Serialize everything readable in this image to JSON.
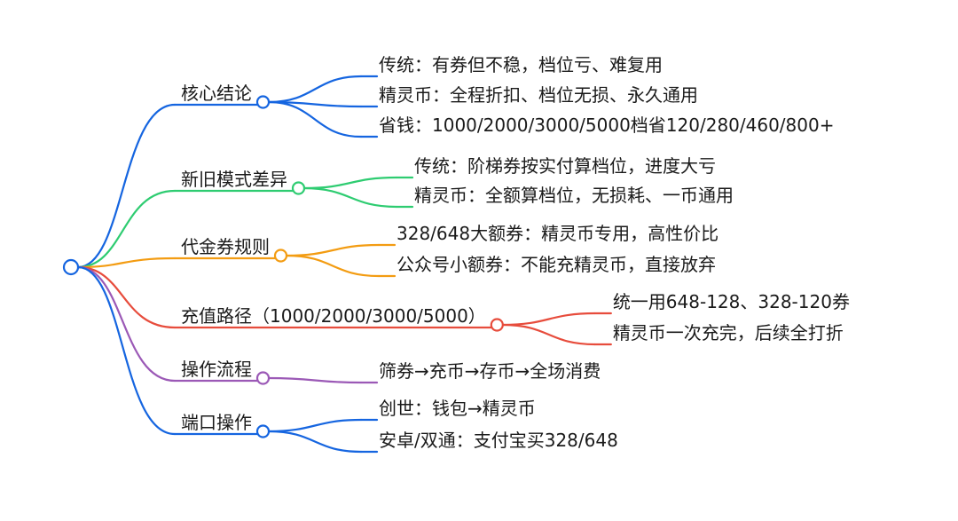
{
  "root": {
    "color": "#1565e0"
  },
  "branches": [
    {
      "label": "核心结论",
      "color": "#1565e0",
      "children": [
        "传统：有券但不稳，档位亏、难复用",
        "精灵币：全程折扣、档位无损、永久通用",
        "省钱：1000/2000/3000/5000档省120/280/460/800+"
      ]
    },
    {
      "label": "新旧模式差异",
      "color": "#2ecc71",
      "children": [
        "传统：阶梯券按实付算档位，进度大亏",
        "精灵币：全额算档位，无损耗、一币通用"
      ]
    },
    {
      "label": "代金券规则",
      "color": "#f39c12",
      "children": [
        "328/648大额券：精灵币专用，高性价比",
        "公众号小额券：不能充精灵币，直接放弃"
      ]
    },
    {
      "label": "充值路径（1000/2000/3000/5000）",
      "color": "#e74c3c",
      "children": [
        "统一用648-128、328-120券",
        "精灵币一次充完，后续全打折"
      ]
    },
    {
      "label": "操作流程",
      "color": "#9b59b6",
      "children": [
        "筛券→充币→存币→全场消费"
      ]
    },
    {
      "label": "端口操作",
      "color": "#1565e0",
      "children": [
        "创世：钱包→精灵币",
        "安卓/双通：支付宝买328/648"
      ]
    }
  ]
}
